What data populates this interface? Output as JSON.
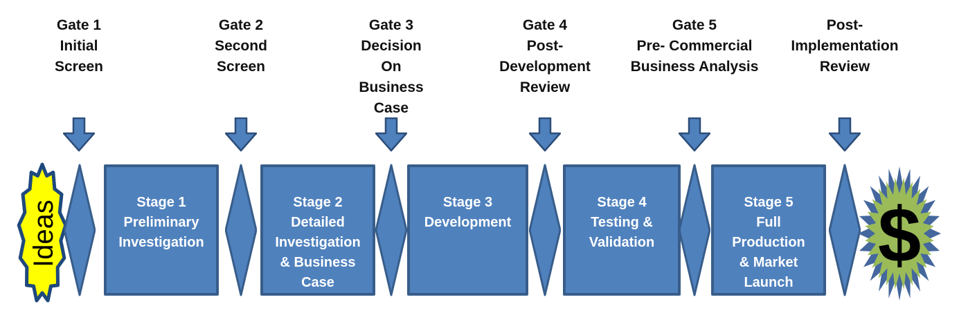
{
  "diagram_type": "stage-gate-process-flow",
  "colors": {
    "shape_blue": "#4f81bd",
    "shape_border": "#385d8a",
    "arrow_border": "#2c4d79",
    "gate_text": "#111111",
    "stage_text": "#ffffff",
    "idea_fill": "#ffff00",
    "idea_border": "#1f497d",
    "burst_outer_blue": "#44679d",
    "burst_green": "#9bbb59",
    "dollar_color": "#000000",
    "background": "#ffffff"
  },
  "gates": [
    {
      "id": 1,
      "label": "Gate 1\nInitial\nScreen"
    },
    {
      "id": 2,
      "label": "Gate 2\nSecond\nScreen"
    },
    {
      "id": 3,
      "label": "Gate 3\nDecision\nOn\nBusiness\nCase"
    },
    {
      "id": 4,
      "label": "Gate 4\nPost-\nDevelopment\nReview"
    },
    {
      "id": 5,
      "label": "Gate 5\nPre- Commercial\nBusiness Analysis"
    },
    {
      "id": 6,
      "label": "Post-\nImplementation\nReview"
    }
  ],
  "stages": [
    {
      "id": 1,
      "label": "Stage 1\nPreliminary\nInvestigation"
    },
    {
      "id": 2,
      "label": "Stage 2\nDetailed\nInvestigation\n& Business\nCase"
    },
    {
      "id": 3,
      "label": "Stage 3\nDevelopment"
    },
    {
      "id": 4,
      "label": "Stage 4\nTesting &\nValidation"
    },
    {
      "id": 5,
      "label": "Stage 5\nFull\nProduction\n& Market\nLaunch"
    }
  ],
  "start": {
    "label": "Ideas"
  },
  "end": {
    "dollar": "$"
  }
}
